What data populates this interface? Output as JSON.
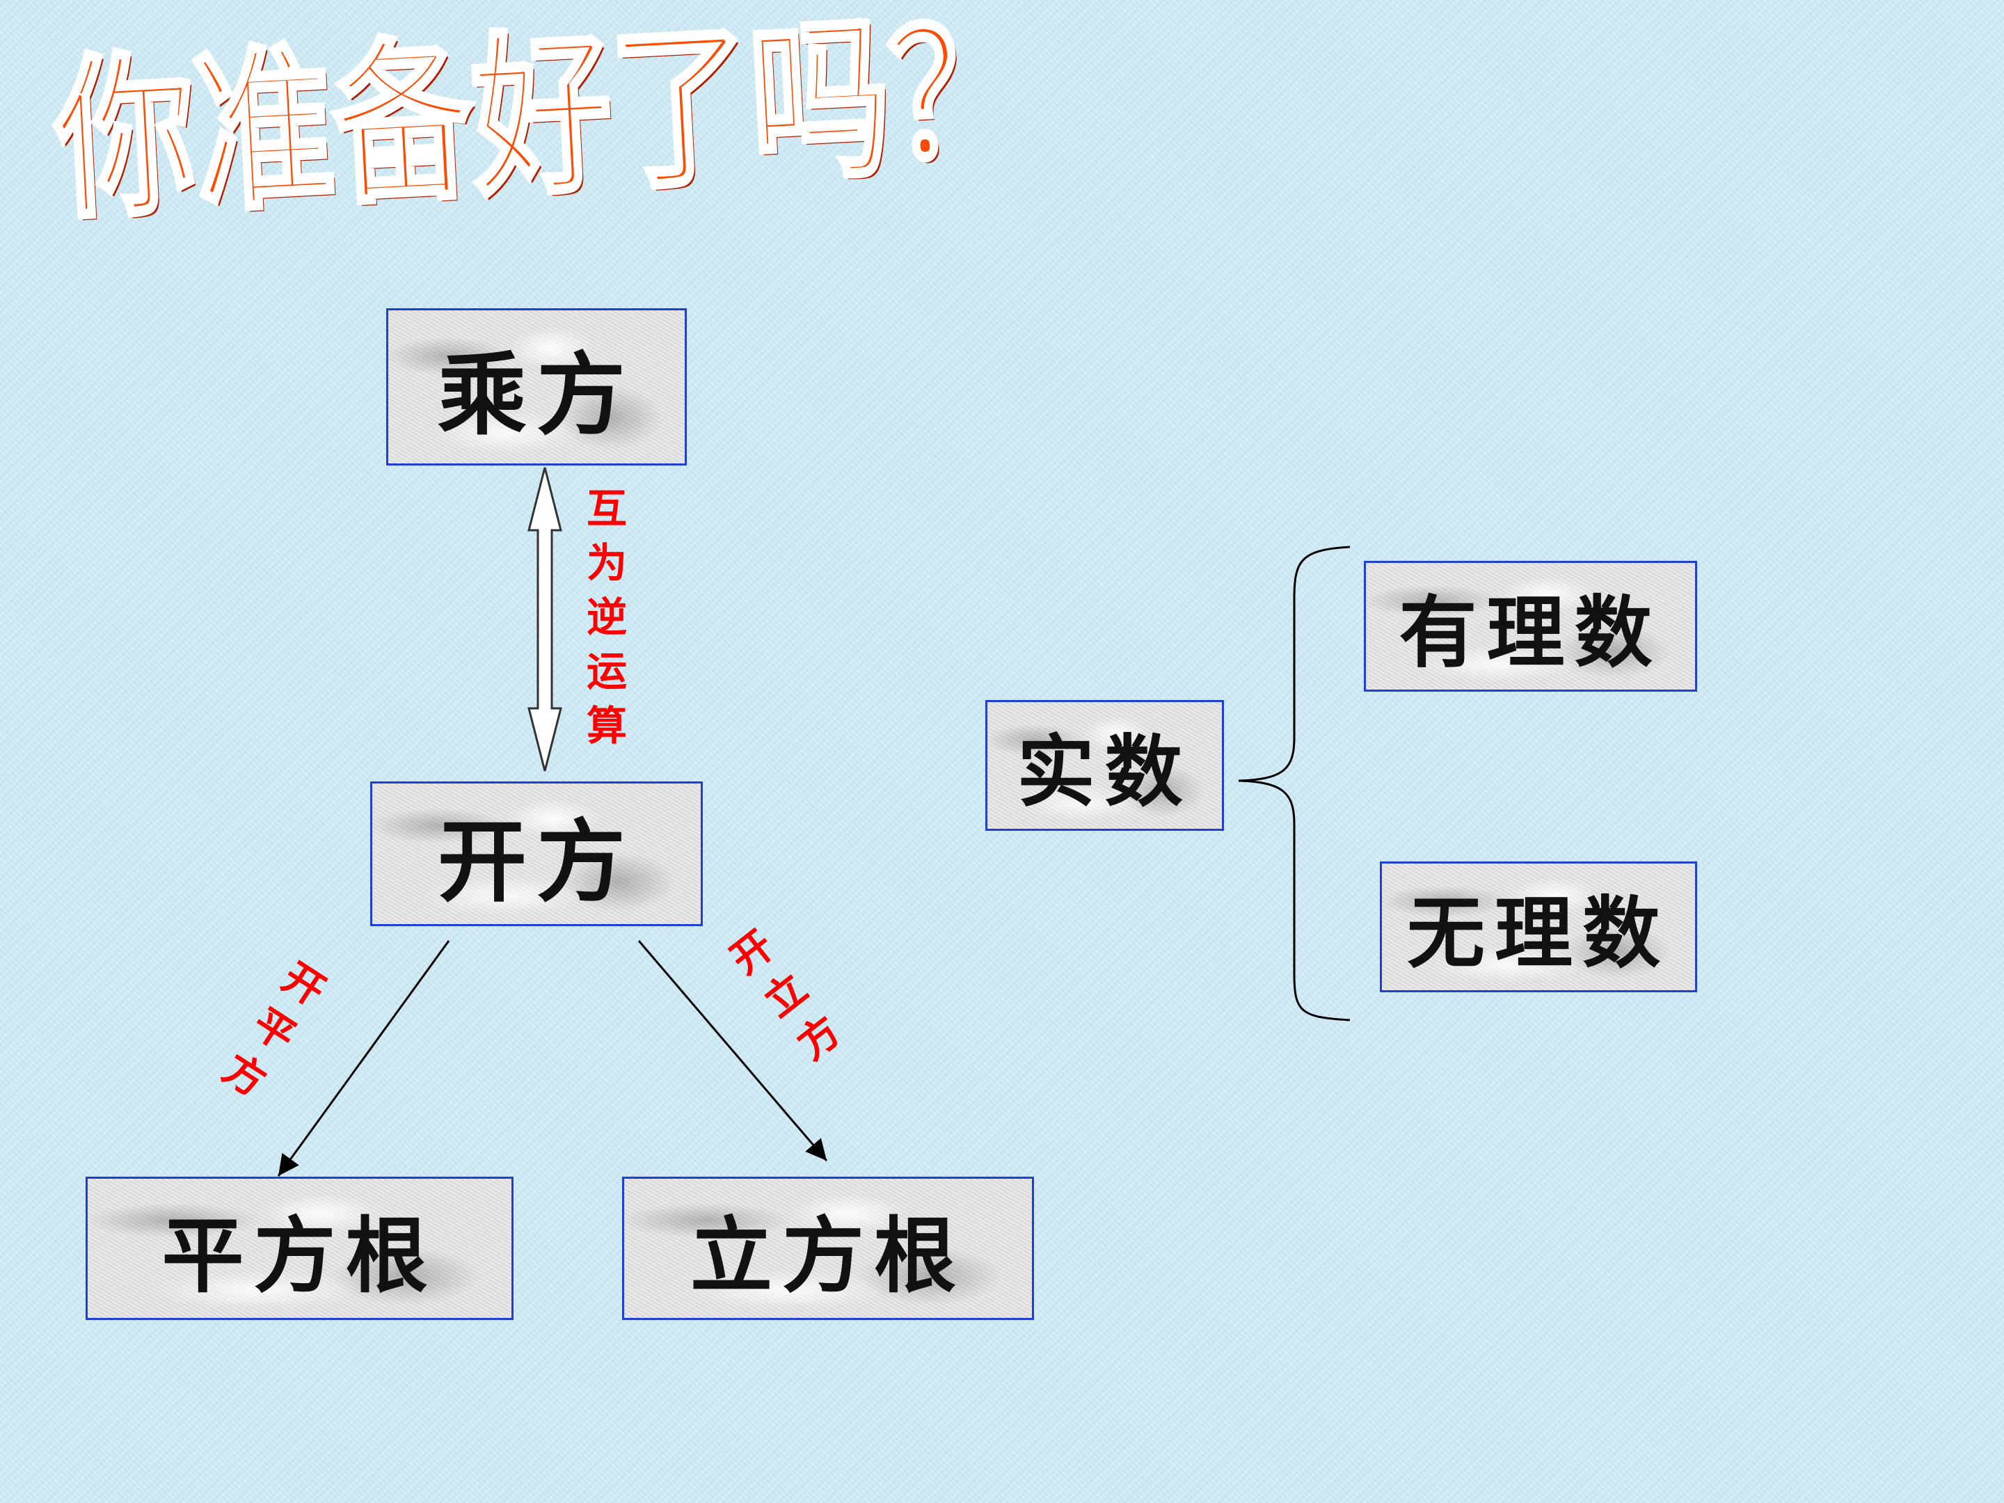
{
  "title": "你准备好了吗？",
  "left_diagram": {
    "power_box": "乘方",
    "inverse_label": "互为逆运算",
    "root_box": "开方",
    "square_label": "开平方",
    "cube_label": "开立方",
    "square_root_box": "平方根",
    "cube_root_box": "立方根"
  },
  "right_diagram": {
    "real_box": "实数",
    "rational_box": "有理数",
    "irrational_box": "无理数"
  },
  "colors": {
    "box_border": "#1f3fd6",
    "label_red": "#ff0000",
    "title_orange": "#ff4a00",
    "background": "#cfeaf4"
  }
}
